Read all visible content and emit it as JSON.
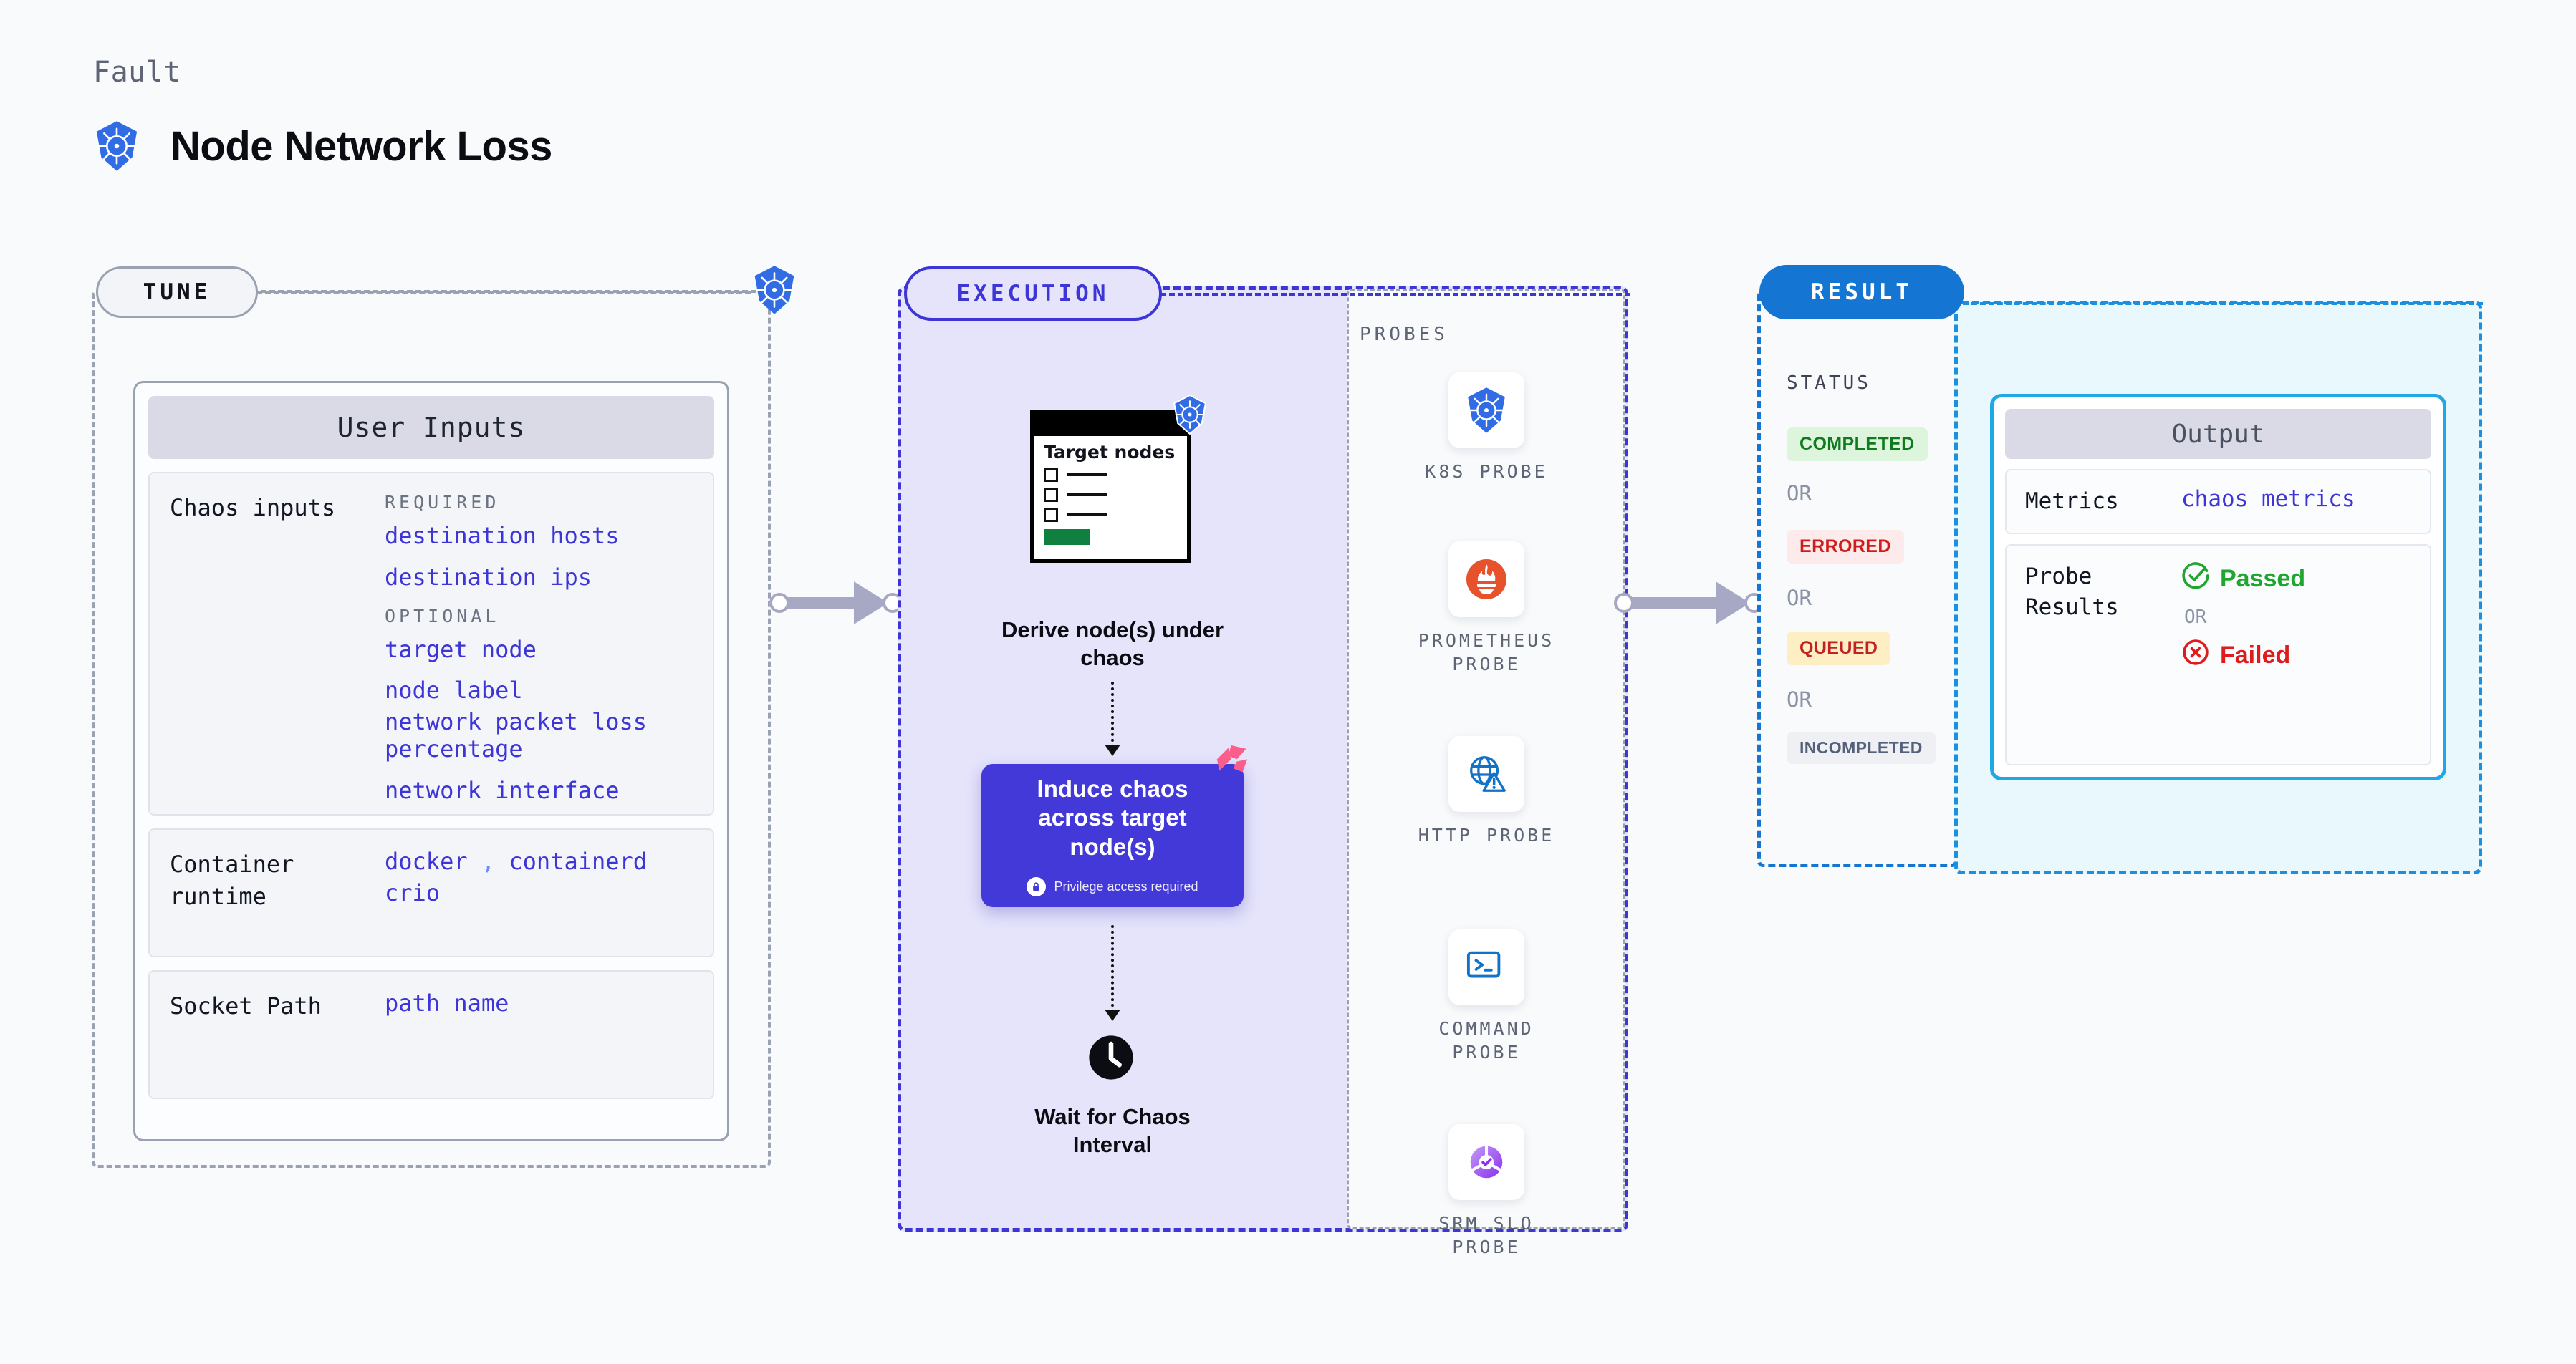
{
  "header": {
    "eyebrow": "Fault",
    "title": "Node Network Loss",
    "icon": "kubernetes-icon"
  },
  "tune": {
    "chip": "TUNE",
    "card_title": "User Inputs",
    "sections": [
      {
        "label": "Chaos inputs",
        "groups": [
          {
            "heading": "REQUIRED",
            "values": [
              "destination hosts",
              "destination ips"
            ]
          },
          {
            "heading": "OPTIONAL",
            "values": [
              "target node",
              "node label",
              "network packet loss percentage",
              "network interface"
            ]
          }
        ]
      },
      {
        "label": "Container runtime",
        "values_line1": "docker",
        "separator": ",",
        "values_line1b": "containerd",
        "values_line2": "crio"
      },
      {
        "label": "Socket Path",
        "values_line1": "path name"
      }
    ]
  },
  "execution": {
    "chip": "EXECUTION",
    "steps": [
      {
        "name": "derive-nodes",
        "label": "Derive node(s) under chaos",
        "card_title": "Target nodes",
        "icon": "kubernetes-icon"
      },
      {
        "name": "induce-chaos",
        "label": "Induce chaos across target node(s)",
        "privilege_note": "Privilege access required",
        "icon": "lock-icon",
        "badge_icon": "litmus-icon"
      },
      {
        "name": "wait-interval",
        "label": "Wait for Chaos Interval",
        "icon": "clock-icon"
      }
    ],
    "probes": {
      "title": "PROBES",
      "items": [
        {
          "label": "K8S PROBE",
          "icon": "kubernetes-icon"
        },
        {
          "label": "PROMETHEUS PROBE",
          "icon": "prometheus-icon"
        },
        {
          "label": "HTTP PROBE",
          "icon": "globe-warning-icon"
        },
        {
          "label": "COMMAND PROBE",
          "icon": "terminal-icon"
        },
        {
          "label": "SRM SLO PROBE",
          "icon": "srm-slo-icon"
        }
      ]
    }
  },
  "result": {
    "chip": "RESULT",
    "status_title": "STATUS",
    "or_text": "OR",
    "statuses": [
      {
        "label": "COMPLETED",
        "bg": "#def5dd",
        "fg": "#117a1e"
      },
      {
        "label": "ERRORED",
        "bg": "#fdeaea",
        "fg": "#cf1d1d"
      },
      {
        "label": "QUEUED",
        "bg": "#fdeec4",
        "fg": "#c22121"
      },
      {
        "label": "INCOMPLETED",
        "bg": "#eef0f4",
        "fg": "#55607a"
      }
    ],
    "output": {
      "title": "Output",
      "metrics_label": "Metrics",
      "metrics_value": "chaos metrics",
      "probe_results_label": "Probe Results",
      "passed_label": "Passed",
      "failed_label": "Failed",
      "or_text": "OR",
      "passed_color": "#1ea62e",
      "failed_color": "#e01b1b"
    }
  },
  "colors": {
    "accent_purple": "#3d35d6",
    "accent_blue": "#1476d2",
    "k8s_blue": "#326ce5",
    "litmus_pink": "#fa5f8c",
    "connector_gray": "#a7a9c4"
  }
}
